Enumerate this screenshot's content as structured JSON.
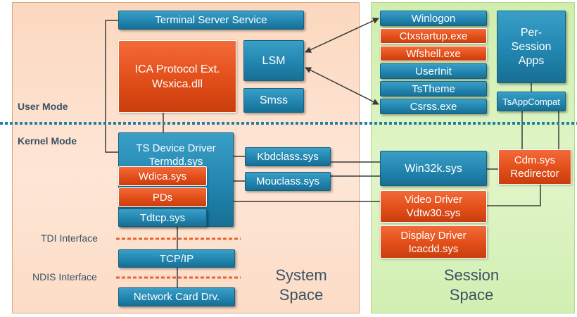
{
  "modes": {
    "user": "User Mode",
    "kernel": "Kernel Mode"
  },
  "interfaces": {
    "tdi": "TDI Interface",
    "ndis": "NDIS Interface"
  },
  "spaces": {
    "system": {
      "line1": "System",
      "line2": "Space"
    },
    "session": {
      "line1": "Session",
      "line2": "Space"
    }
  },
  "system_boxes": {
    "terminal_server_service": "Terminal Server Service",
    "ica_protocol": {
      "line1": "ICA Protocol Ext.",
      "line2": "Wsxica.dll"
    },
    "lsm": "LSM",
    "smss": "Smss",
    "ts_device_driver": {
      "line1": "TS Device Driver",
      "line2": "Termdd.sys"
    },
    "wdica": "Wdica.sys",
    "pds": "PDs",
    "tdtcp": "Tdtcp.sys",
    "kbdclass": "Kbdclass.sys",
    "mouclass": "Mouclass.sys",
    "tcpip": "TCP/IP",
    "network_card": "Network Card Drv."
  },
  "session_boxes": {
    "winlogon": "Winlogon",
    "ctxstartup": "Ctxstartup.exe",
    "wfshell": "Wfshell.exe",
    "userinit": "UserInit",
    "tstheme": "TsTheme",
    "csrss": "Csrss.exe",
    "per_session_apps": {
      "line1": "Per-",
      "line2": "Session",
      "line3": "Apps"
    },
    "tsappcompat": "TsAppCompat",
    "win32k": "Win32k.sys",
    "cdm": {
      "line1": "Cdm.sys",
      "line2": "Redirector"
    },
    "video_driver": {
      "line1": "Video Driver",
      "line2": "Vdtw30.sys"
    },
    "display_driver": {
      "line1": "Display Driver",
      "line2": "Icacdd.sys"
    }
  },
  "colors": {
    "teal": "#2286b0",
    "orange": "#e24e19",
    "divider": "#1f7ea6",
    "interface_line": "#e8642e"
  }
}
